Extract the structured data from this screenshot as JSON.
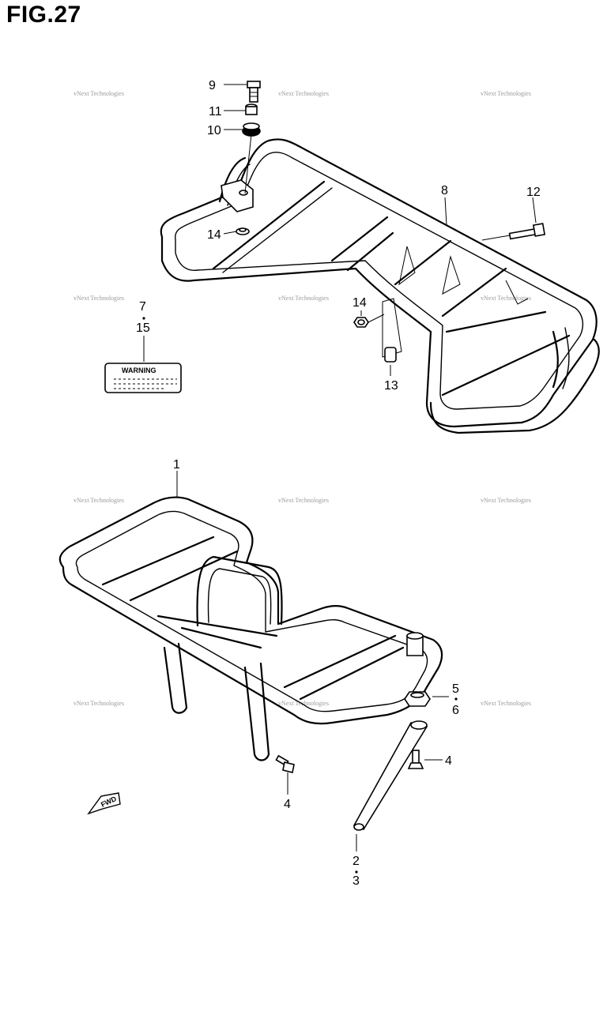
{
  "figure": {
    "title": "FIG.27"
  },
  "watermark": {
    "text": "vNext Technologies"
  },
  "label_sticker": {
    "text": "WARNING"
  },
  "fwd_arrow": {
    "text": "FWD"
  },
  "callouts": {
    "c1": "1",
    "c2": "2",
    "c3": "3",
    "c4a": "4",
    "c4b": "4",
    "c5": "5",
    "c6": "6",
    "c7": "7",
    "c8": "8",
    "c9": "9",
    "c10": "10",
    "c11": "11",
    "c12": "12",
    "c13": "13",
    "c14a": "14",
    "c14b": "14",
    "c15": "15"
  }
}
